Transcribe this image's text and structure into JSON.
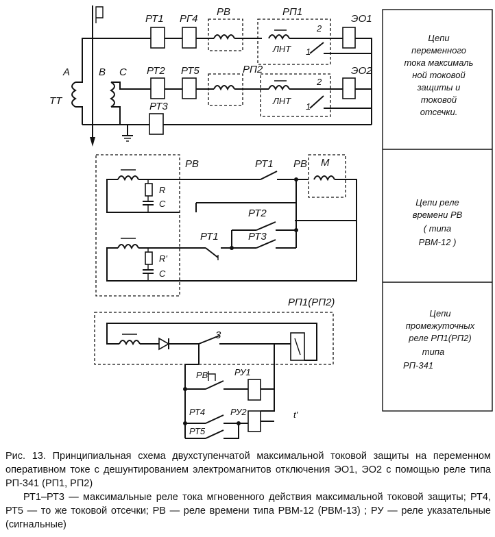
{
  "labels": {
    "phase_a": "A",
    "phase_b": "B",
    "phase_c": "C",
    "tt": "ТТ",
    "rt1_top": "РТ1",
    "rg4": "РГ4",
    "rv_top": "РВ",
    "rp1_top": "РП1",
    "eo1": "ЭО1",
    "rt2": "РТ2",
    "rt5": "РТ5",
    "rp2": "РП2",
    "eo2": "ЭО2",
    "rt3": "РТ3",
    "lnt1": "ЛНТ",
    "lnt2": "ЛНТ",
    "contact_2a": "2",
    "contact_1a": "1",
    "contact_2b": "2",
    "contact_1b": "1",
    "rv_block": "РВ",
    "rt1_mid": "РТ1",
    "rv_mid": "РВ",
    "motor_m": "М",
    "r1": "R",
    "c1": "С",
    "rt2_mid": "РТ2",
    "rt3_mid": "РТ3",
    "rt1_low": "РТ1",
    "r2": "R'",
    "c2": "С",
    "rp1rp2": "РП1(РП2)",
    "contact_3": "3",
    "rv_low": "РВ",
    "ru1": "РУ1",
    "rt4_low": "РТ4",
    "ru2": "РУ2",
    "rt5_low": "РТ5",
    "mark_t": "t'"
  },
  "notes": {
    "ac_circuits": [
      "Цепи",
      "переменного",
      "тока максималь",
      "ной токовой",
      "защиты и",
      "токовой",
      "отсечки."
    ],
    "timer_circuits": [
      "Цепи реле",
      "времени РВ",
      "( типа",
      "РВМ-12 )"
    ],
    "intermediate_circuits": [
      "Цепи",
      "промежуточных",
      "реле РП1(РП2)",
      "типа",
      "РП-341"
    ]
  },
  "caption": {
    "title": "Рис. 13. Принципиальная схема двухступенчатой максимальной токовой защиты на переменном оперативном токе с дешунтированием электромагнитов отключения ЭО1, ЭО2 с помощью реле типа РП-341 (РП1, РП2)",
    "legend": "РТ1–РТ3 — максимальные реле тока мгновенного действия максимальной токовой защиты; РТ4, РТ5 — то же токовой отсечки; РВ — реле времени типа РВМ-12 (РВМ-13) ; РУ — реле указательные (сигнальные)"
  }
}
